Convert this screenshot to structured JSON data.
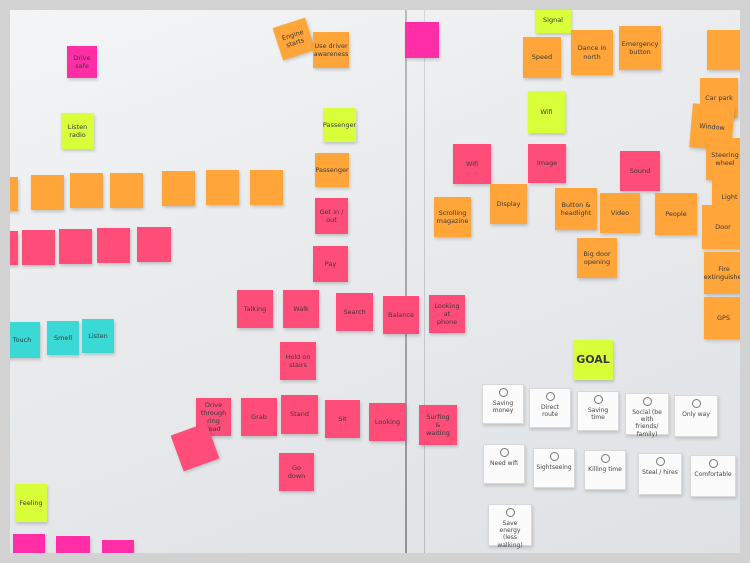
{
  "colors": {
    "orange": "#ffa53a",
    "pink": "#ff4d7a",
    "magenta": "#ff2ea6",
    "lime": "#d8ff3a",
    "cyan": "#3ad9d6",
    "white": "#fbfbfb"
  },
  "notes": {
    "drive_safe": "Drive safe",
    "engine_start": "Engine starts",
    "listen_radio": "Listen radio",
    "use_driver_awareness": "Use driver awareness",
    "passenger": "Passenger",
    "get_in_out": "Get in / out",
    "pay": "Pay",
    "touch": "Touch",
    "smell": "Smell",
    "listen": "Listen",
    "feeling": "Feeling",
    "talking": "Talking",
    "walk": "Walk",
    "search": "Search",
    "balance": "Balance",
    "looking_at_phone": "Looking at phone",
    "hold_on_stairs": "Hold on stairs",
    "drive_through_ring_road": "Drive through ring road",
    "grab": "Grab",
    "stand": "Stand",
    "sit": "Sit",
    "looking": "Looking",
    "surfing_and_waiting": "Surfing & waiting",
    "go_down": "Go down",
    "signal": "Signal",
    "speed": "Speed",
    "dance_in_north": "Dance in north",
    "emergency_button": "Emergency button",
    "car_park": "Car park",
    "window": "Window",
    "steering_wheel": "Steering wheel",
    "light": "Light",
    "door": "Door",
    "fire_extinguisher": "Fire extinguisher",
    "gps": "GPS",
    "wifi": "Wifi",
    "image": "Image",
    "sound": "Sound",
    "display": "Display",
    "button_and_headlight": "Button & headlight",
    "video": "Video",
    "people": "People",
    "scrolling_magazine": "Scrolling magazine",
    "big_door_opening": "Big door opening",
    "goal": "GOAL"
  },
  "cards": {
    "saving_money": "Saving money",
    "direct_route": "Direct route",
    "saving_time": "Saving time",
    "social": "Social (be with friends/ family)",
    "only_way": "Only way",
    "need_wifi": "Need wifi",
    "sightseeing": "Sightseeing",
    "killing_time": "Killing time",
    "steal_hires": "Steal / hires",
    "comfortable": "Comfortable",
    "save_energy": "Save energy (less walking)"
  }
}
